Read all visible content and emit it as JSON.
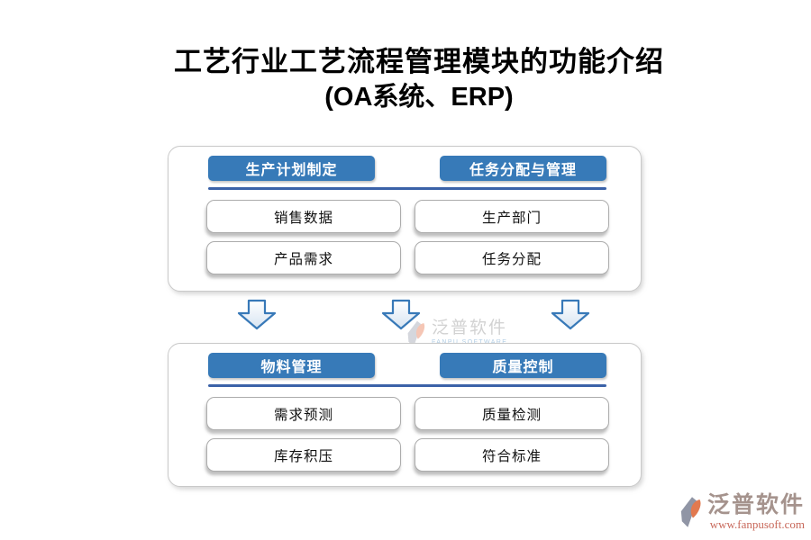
{
  "title": {
    "line1": "工艺行业工艺流程管理模块的功能介绍",
    "line2": "(OA系统、ERP)"
  },
  "groups": [
    {
      "columns": [
        {
          "header": "生产计划制定",
          "items": [
            "销售数据",
            "产品需求"
          ]
        },
        {
          "header": "任务分配与管理",
          "items": [
            "生产部门",
            "任务分配"
          ]
        }
      ]
    },
    {
      "columns": [
        {
          "header": "物料管理",
          "items": [
            "需求预测",
            "库存积压"
          ]
        },
        {
          "header": "质量控制",
          "items": [
            "质量检测",
            "符合标准"
          ]
        }
      ]
    }
  ],
  "watermark_center": {
    "brand": "泛普软件",
    "sub": "FANPU SOFTWARE"
  },
  "watermark_corner": {
    "brand": "泛普软件",
    "url": "www.fanpusoft.com"
  },
  "icons": {
    "down_arrow": "down-arrow-icon",
    "logo": "fanpu-logo-icon"
  },
  "colors": {
    "header_blue": "#377AB8",
    "divider_blue": "#3B62A8",
    "arrow_blue": "#3879B8",
    "box_border_gray": "#ACACAC",
    "panel_border_gray": "#C9C9C9",
    "logo_gray": "#9095A5",
    "logo_orange": "#E2794F",
    "corner_brand_color": "#A5938D",
    "corner_url_color": "#C8685A",
    "watermark_gray": "#C7C7C7",
    "watermark_blue": "#9FC2DF"
  }
}
